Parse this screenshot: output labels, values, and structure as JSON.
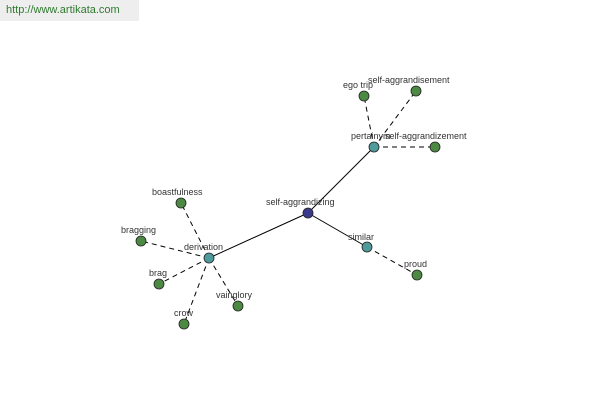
{
  "url": "http://www.artikata.com",
  "colors": {
    "center": "#3a3a8c",
    "relation": "#4f9a9a",
    "leaf": "#4c8a44",
    "url_text": "#2f7a2f"
  },
  "nodes": {
    "center": {
      "label": "self-aggrandizing"
    },
    "pertainym": {
      "label": "pertainym"
    },
    "derivation": {
      "label": "derivation"
    },
    "similar": {
      "label": "similar"
    },
    "ego_trip": {
      "label": "ego trip"
    },
    "self_aggrandisement": {
      "label": "self-aggrandisement"
    },
    "self_aggrandizement": {
      "label": "self-aggrandizement"
    },
    "boastfulness": {
      "label": "boastfulness"
    },
    "bragging": {
      "label": "bragging"
    },
    "brag": {
      "label": "brag"
    },
    "crow": {
      "label": "crow"
    },
    "vainglory": {
      "label": "vainglory"
    },
    "proud": {
      "label": "proud"
    }
  }
}
